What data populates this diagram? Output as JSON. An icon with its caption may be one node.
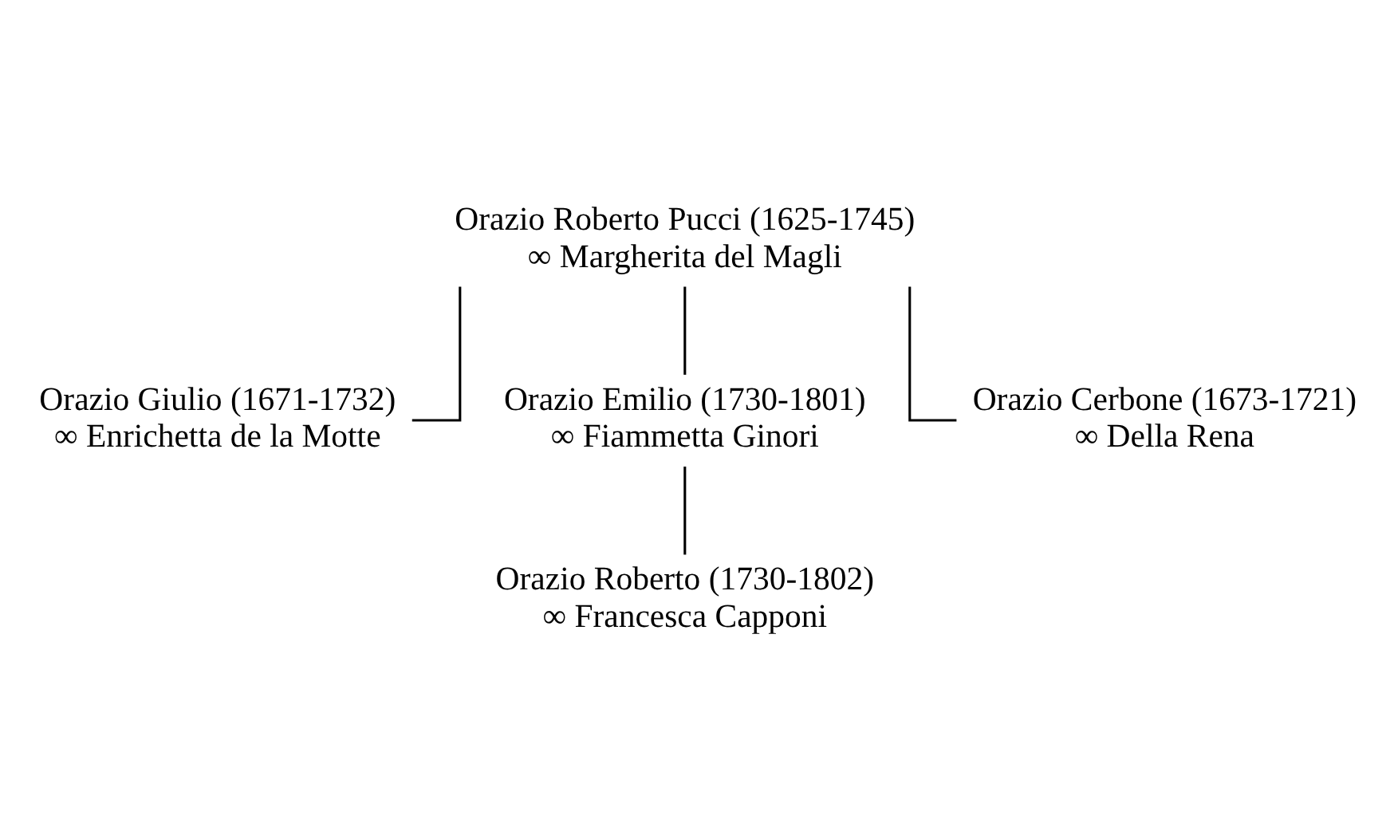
{
  "diagram": {
    "nodes": [
      {
        "text": [
          "Orazio Roberto Pucci (1625-1745)",
          "∞ Margherita del Magli"
        ]
      },
      {
        "text": [
          "Orazio Giulio (1671-1732)",
          "∞ Enrichetta de la Motte"
        ]
      },
      {
        "text": [
          "Orazio Emilio (1730-1801)",
          "∞ Fiammetta Ginori"
        ]
      },
      {
        "text": [
          "Orazio Cerbone (1673-1721)",
          "∞ Della Rena"
        ]
      },
      {
        "text": [
          "Orazio Roberto (1730-1802)",
          "∞ Francesca Capponi"
        ]
      }
    ],
    "edges": [
      {
        "from": 0,
        "to": 1,
        "arrow": "none"
      },
      {
        "from": 0,
        "to": 2,
        "arrow": "none"
      },
      {
        "from": 0,
        "to": 3,
        "arrow": "none"
      },
      {
        "from": 2,
        "to": 4,
        "arrow": "none"
      }
    ]
  }
}
